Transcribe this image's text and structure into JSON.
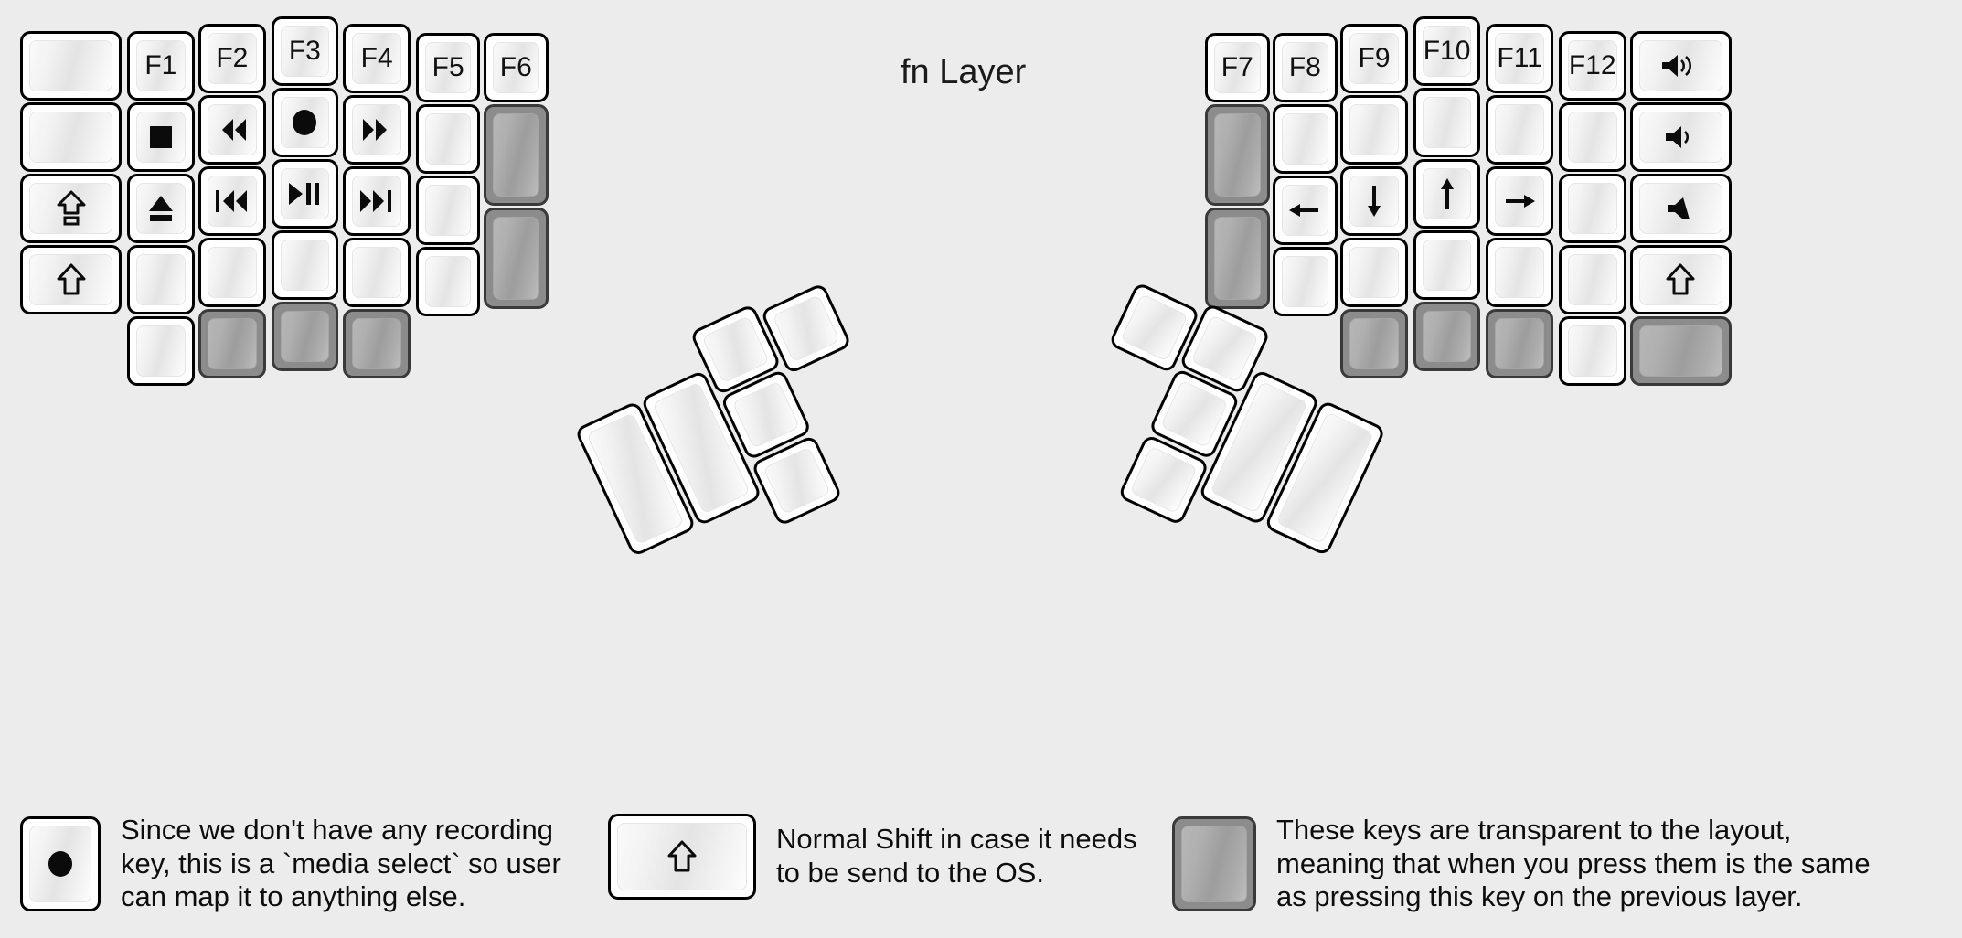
{
  "title": "fn Layer",
  "colors": {
    "background": "#ececec",
    "keycap_white": "#ffffff",
    "keycap_transparent": "#8c8c8c",
    "outline": "#000000",
    "text": "#111111"
  },
  "left_half": {
    "columns": [
      {
        "name": "pinky-outer",
        "keys": [
          {
            "label": "",
            "icon": "",
            "transparent": false
          },
          {
            "label": "",
            "icon": "",
            "transparent": false
          },
          {
            "label": "",
            "icon": "caps-lock-icon",
            "transparent": false
          },
          {
            "label": "",
            "icon": "shift-icon",
            "transparent": false
          }
        ]
      },
      {
        "name": "pinky",
        "keys": [
          {
            "label": "F1",
            "icon": "",
            "transparent": false
          },
          {
            "label": "",
            "icon": "media-stop-icon",
            "transparent": false
          },
          {
            "label": "",
            "icon": "media-eject-icon",
            "transparent": false
          },
          {
            "label": "",
            "icon": "",
            "transparent": false
          },
          {
            "label": "",
            "icon": "",
            "transparent": false
          }
        ]
      },
      {
        "name": "ring",
        "keys": [
          {
            "label": "F2",
            "icon": "",
            "transparent": false
          },
          {
            "label": "",
            "icon": "media-rewind-icon",
            "transparent": false
          },
          {
            "label": "",
            "icon": "media-prev-track-icon",
            "transparent": false
          },
          {
            "label": "",
            "icon": "",
            "transparent": false
          },
          {
            "label": "",
            "icon": "",
            "transparent": true
          }
        ]
      },
      {
        "name": "middle",
        "keys": [
          {
            "label": "F3",
            "icon": "",
            "transparent": false
          },
          {
            "label": "",
            "icon": "media-record-icon",
            "transparent": false
          },
          {
            "label": "",
            "icon": "media-play-pause-icon",
            "transparent": false
          },
          {
            "label": "",
            "icon": "",
            "transparent": false
          },
          {
            "label": "",
            "icon": "",
            "transparent": true
          }
        ]
      },
      {
        "name": "index",
        "keys": [
          {
            "label": "F4",
            "icon": "",
            "transparent": false
          },
          {
            "label": "",
            "icon": "media-fast-forward-icon",
            "transparent": false
          },
          {
            "label": "",
            "icon": "media-next-track-icon",
            "transparent": false
          },
          {
            "label": "",
            "icon": "",
            "transparent": false
          },
          {
            "label": "",
            "icon": "",
            "transparent": true
          }
        ]
      },
      {
        "name": "index-inner",
        "keys": [
          {
            "label": "F5",
            "icon": "",
            "transparent": false
          },
          {
            "label": "",
            "icon": "",
            "transparent": false
          },
          {
            "label": "",
            "icon": "",
            "transparent": false
          },
          {
            "label": "",
            "icon": "",
            "transparent": false
          }
        ]
      },
      {
        "name": "inner",
        "keys": [
          {
            "label": "F6",
            "icon": "",
            "transparent": false
          },
          {
            "label": "",
            "icon": "",
            "transparent": true
          },
          {
            "label": "",
            "icon": "",
            "transparent": true
          }
        ]
      }
    ],
    "thumb_cluster": [
      {
        "label": "",
        "icon": "",
        "transparent": false,
        "size": "tall"
      },
      {
        "label": "",
        "icon": "",
        "transparent": false,
        "size": "tall"
      },
      {
        "label": "",
        "icon": "",
        "transparent": false,
        "size": "small"
      },
      {
        "label": "",
        "icon": "",
        "transparent": false,
        "size": "small"
      },
      {
        "label": "",
        "icon": "",
        "transparent": false,
        "size": "small"
      },
      {
        "label": "",
        "icon": "",
        "transparent": false,
        "size": "small"
      }
    ]
  },
  "right_half": {
    "columns": [
      {
        "name": "inner",
        "keys": [
          {
            "label": "F7",
            "icon": "",
            "transparent": false
          },
          {
            "label": "",
            "icon": "",
            "transparent": true
          },
          {
            "label": "",
            "icon": "",
            "transparent": true
          }
        ]
      },
      {
        "name": "index-inner",
        "keys": [
          {
            "label": "F8",
            "icon": "",
            "transparent": false
          },
          {
            "label": "",
            "icon": "",
            "transparent": false
          },
          {
            "label": "",
            "icon": "arrow-left-icon",
            "transparent": false
          },
          {
            "label": "",
            "icon": "",
            "transparent": false
          }
        ]
      },
      {
        "name": "index",
        "keys": [
          {
            "label": "F9",
            "icon": "",
            "transparent": false
          },
          {
            "label": "",
            "icon": "",
            "transparent": false
          },
          {
            "label": "",
            "icon": "arrow-down-icon",
            "transparent": false
          },
          {
            "label": "",
            "icon": "",
            "transparent": false
          },
          {
            "label": "",
            "icon": "",
            "transparent": true
          }
        ]
      },
      {
        "name": "middle",
        "keys": [
          {
            "label": "F10",
            "icon": "",
            "transparent": false
          },
          {
            "label": "",
            "icon": "",
            "transparent": false
          },
          {
            "label": "",
            "icon": "arrow-up-icon",
            "transparent": false
          },
          {
            "label": "",
            "icon": "",
            "transparent": false
          },
          {
            "label": "",
            "icon": "",
            "transparent": true
          }
        ]
      },
      {
        "name": "ring",
        "keys": [
          {
            "label": "F11",
            "icon": "",
            "transparent": false
          },
          {
            "label": "",
            "icon": "",
            "transparent": false
          },
          {
            "label": "",
            "icon": "arrow-right-icon",
            "transparent": false
          },
          {
            "label": "",
            "icon": "",
            "transparent": false
          },
          {
            "label": "",
            "icon": "",
            "transparent": true
          }
        ]
      },
      {
        "name": "pinky",
        "keys": [
          {
            "label": "F12",
            "icon": "",
            "transparent": false
          },
          {
            "label": "",
            "icon": "",
            "transparent": false
          },
          {
            "label": "",
            "icon": "",
            "transparent": false
          },
          {
            "label": "",
            "icon": "",
            "transparent": false
          },
          {
            "label": "",
            "icon": "",
            "transparent": false
          }
        ]
      },
      {
        "name": "pinky-outer",
        "keys": [
          {
            "label": "",
            "icon": "volume-up-icon",
            "transparent": false
          },
          {
            "label": "",
            "icon": "volume-down-icon",
            "transparent": false
          },
          {
            "label": "",
            "icon": "volume-mute-icon",
            "transparent": false
          },
          {
            "label": "",
            "icon": "shift-icon",
            "transparent": false
          },
          {
            "label": "",
            "icon": "",
            "transparent": true
          }
        ]
      }
    ],
    "thumb_cluster": [
      {
        "label": "",
        "icon": "",
        "transparent": false,
        "size": "tall"
      },
      {
        "label": "",
        "icon": "",
        "transparent": false,
        "size": "tall"
      },
      {
        "label": "",
        "icon": "",
        "transparent": false,
        "size": "small"
      },
      {
        "label": "",
        "icon": "",
        "transparent": false,
        "size": "small"
      },
      {
        "label": "",
        "icon": "",
        "transparent": false,
        "size": "small"
      },
      {
        "label": "",
        "icon": "",
        "transparent": false,
        "size": "small"
      }
    ]
  },
  "legend": [
    {
      "icon": "media-record-icon",
      "transparent": false,
      "text": "Since we don't have any recording\nkey, this is a `media select` so user\ncan map it to anything else."
    },
    {
      "icon": "shift-icon",
      "transparent": false,
      "text": "Normal Shift in case it needs\nto be send to the OS."
    },
    {
      "icon": "",
      "transparent": true,
      "text": "These keys are transparent to the layout,\nmeaning that when you press them is the same\nas pressing this key on the previous layer."
    }
  ]
}
